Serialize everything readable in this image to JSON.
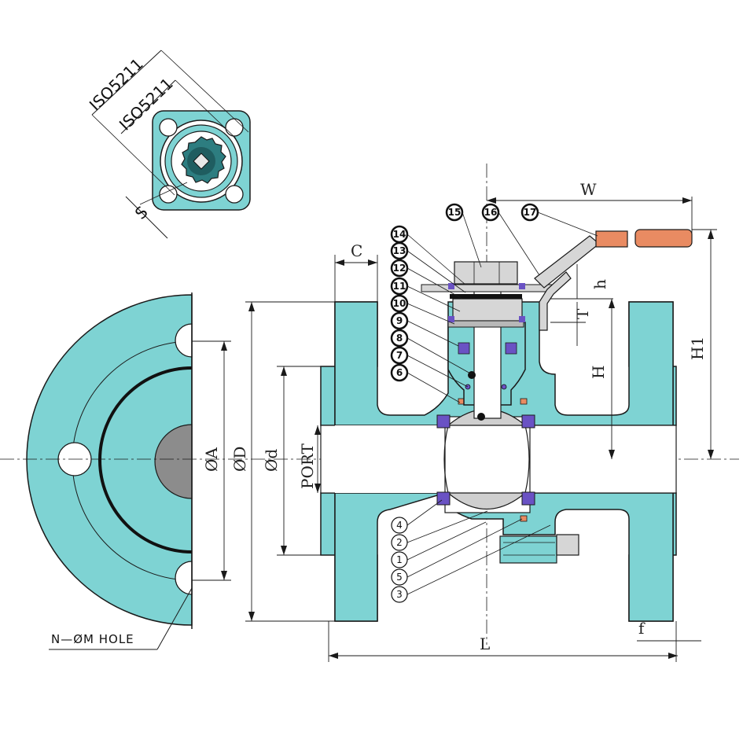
{
  "colors": {
    "body": "#7ed3d3",
    "body_light": "#bfeaea",
    "steel": "#b8b8b8",
    "seat": "#6a52c4",
    "handle": "#e98b62",
    "outline": "#1a1a1a"
  },
  "top_view": {
    "iso_outer": "ISO5211",
    "iso_inner": "ISO5211",
    "s_label": "S"
  },
  "dimensions": {
    "W": "W",
    "C": "C",
    "h": "h",
    "T": "T",
    "H": "H",
    "H1": "H1",
    "A": "ØA",
    "D": "ØD",
    "d": "Ød",
    "port": "PORT",
    "L": "L",
    "f": "f"
  },
  "hole_note": "N—ØM  HOLE",
  "callouts_filled": [
    "14",
    "13",
    "12",
    "11",
    "10",
    "9",
    "8",
    "7",
    "6",
    "15",
    "16",
    "17"
  ],
  "callouts_open": [
    "4",
    "2",
    "1",
    "5",
    "3"
  ]
}
